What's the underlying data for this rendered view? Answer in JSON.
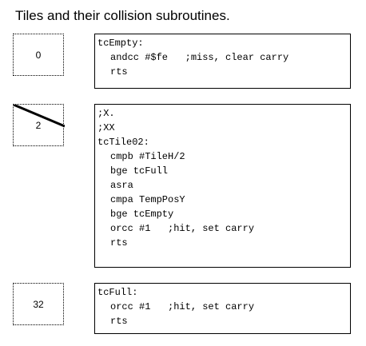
{
  "title": "Tiles and their collision subroutines.",
  "tiles": [
    {
      "label": "0",
      "code": [
        {
          "text": "tcEmpty:",
          "indent": false
        },
        {
          "text": "andcc #$fe   ;miss, clear carry",
          "indent": true
        },
        {
          "text": "rts",
          "indent": true
        }
      ]
    },
    {
      "label": "2",
      "code": [
        {
          "text": ";X.",
          "indent": false
        },
        {
          "text": ";XX",
          "indent": false
        },
        {
          "text": "tcTile02:",
          "indent": false
        },
        {
          "text": "cmpb #TileH/2",
          "indent": true
        },
        {
          "text": "bge tcFull",
          "indent": true
        },
        {
          "text": "asra",
          "indent": true
        },
        {
          "text": "cmpa TempPosY",
          "indent": true
        },
        {
          "text": "bge tcEmpty",
          "indent": true
        },
        {
          "text": "orcc #1   ;hit, set carry",
          "indent": true
        },
        {
          "text": "rts",
          "indent": true
        }
      ]
    },
    {
      "label": "32",
      "code": [
        {
          "text": "tcFull:",
          "indent": false
        },
        {
          "text": "orcc #1   ;hit, set carry",
          "indent": true
        },
        {
          "text": "rts",
          "indent": true
        }
      ]
    }
  ]
}
